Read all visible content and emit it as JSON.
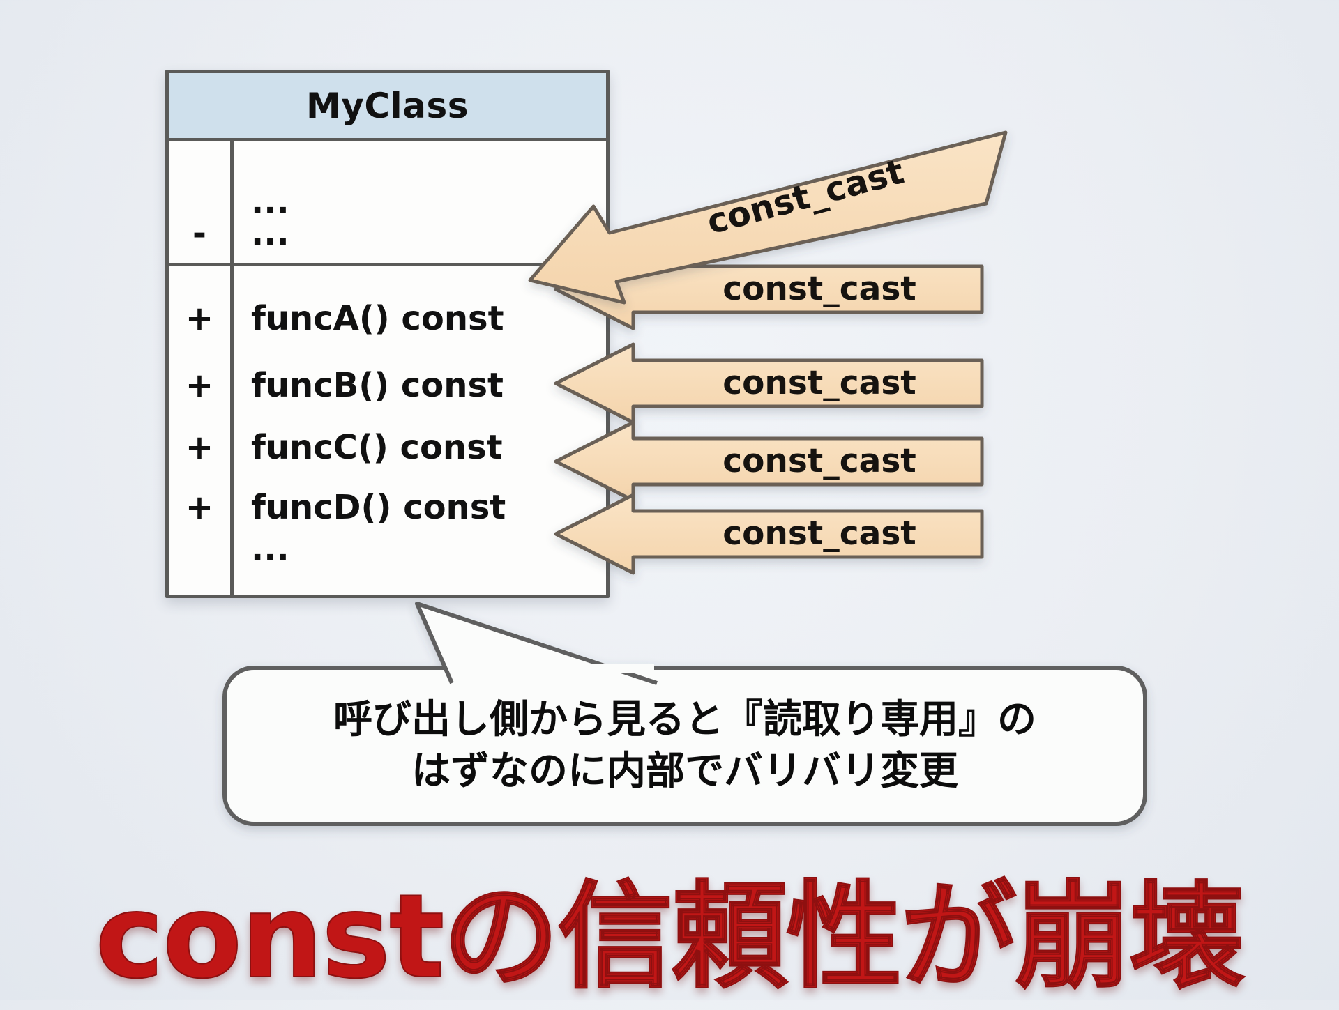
{
  "diagram": {
    "class": {
      "name": "MyClass",
      "attribute_rows": [
        {
          "visibility": "",
          "label": "..."
        },
        {
          "visibility": "-",
          "label": "..."
        }
      ],
      "method_rows": [
        {
          "visibility": "+",
          "label": "funcA() const"
        },
        {
          "visibility": "+",
          "label": "funcB() const"
        },
        {
          "visibility": "+",
          "label": "funcC() const"
        },
        {
          "visibility": "+",
          "label": "funcD() const"
        },
        {
          "visibility": "",
          "label": "..."
        }
      ]
    },
    "cast_arrows": {
      "diagonal": {
        "label": "const_cast"
      },
      "horizontal": [
        {
          "label": "const_cast"
        },
        {
          "label": "const_cast"
        },
        {
          "label": "const_cast"
        },
        {
          "label": "const_cast"
        }
      ]
    },
    "speech_bubble": {
      "line1": "呼び出し側から見ると『読取り専用』の",
      "line2": "はずなのに内部でバリバリ変更"
    },
    "headline": "constの信頼性が崩壊",
    "colors": {
      "background": "#edf0f4",
      "class_header_fill": "#cfe0ec",
      "class_body_fill": "#fdfdfc",
      "outline": "#5a5a58",
      "arrow_fill": "#f8ddbb",
      "arrow_outline": "#6a6156",
      "bubble_fill": "#fbfcfb",
      "bubble_outline": "#5f5f5f",
      "headline_red": "#c11616",
      "text": "#111111"
    }
  }
}
